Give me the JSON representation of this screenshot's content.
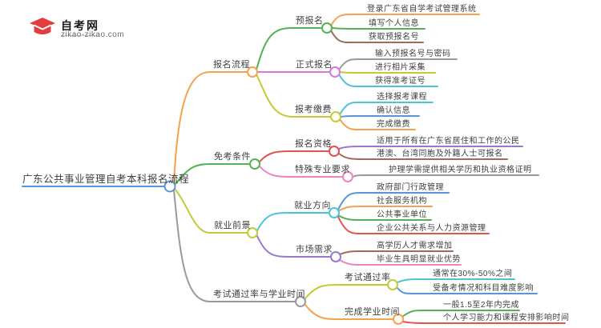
{
  "logo": {
    "title": "自考网",
    "domain": "zikao-zikao.com"
  },
  "palette": {
    "blue": "#5596d8",
    "orange": "#f5a14d",
    "green": "#56b154",
    "olive": "#c2ca34",
    "gray": "#9a9a9a",
    "magenta": "#d678dc",
    "pink": "#ee82c3",
    "cyan": "#4cc3d9",
    "red": "#e25350",
    "purple": "#9778cf",
    "brown": "#9e6b5e",
    "logo_blue": "#2279b8",
    "logo_red": "#e23c3c",
    "white": "#ffffff"
  },
  "mindmap": {
    "root": {
      "label": "广东公共事业管理自考本科报名流程"
    },
    "branches": [
      {
        "label": "报名流程",
        "children": [
          {
            "label": "预报名",
            "children": [
              {
                "label": "登录广东省自学考试管理系统"
              },
              {
                "label": "填写个人信息"
              },
              {
                "label": "获取预报名号"
              }
            ]
          },
          {
            "label": "正式报名",
            "children": [
              {
                "label": "输入预报名号与密码"
              },
              {
                "label": "进行相片采集"
              },
              {
                "label": "获得准考证号"
              }
            ]
          },
          {
            "label": "报考缴费",
            "children": [
              {
                "label": "选择报考课程"
              },
              {
                "label": "确认信息"
              },
              {
                "label": "完成缴费"
              }
            ]
          }
        ]
      },
      {
        "label": "免考条件",
        "children": [
          {
            "label": "报名资格",
            "children": [
              {
                "label": "适用于所有在广东省居住和工作的公民"
              },
              {
                "label": "港澳、台湾同胞及外籍人士可报名"
              }
            ]
          },
          {
            "label": "特殊专业要求",
            "children": [
              {
                "label": "护理学需提供相关学历和执业资格证明"
              }
            ]
          }
        ]
      },
      {
        "label": "就业前景",
        "children": [
          {
            "label": "就业方向",
            "children": [
              {
                "label": "政府部门行政管理"
              },
              {
                "label": "社会服务机构"
              },
              {
                "label": "公共事业单位"
              },
              {
                "label": "企业公共关系与人力资源管理"
              }
            ]
          },
          {
            "label": "市场需求",
            "children": [
              {
                "label": "高学历人才需求增加"
              },
              {
                "label": "毕业生具明显就业优势"
              }
            ]
          }
        ]
      },
      {
        "label": "考试通过率与学业时间",
        "children": [
          {
            "label": "考试通过率",
            "children": [
              {
                "label": "通常在30%-50%之间"
              },
              {
                "label": "受备考情况和科目难度影响"
              }
            ]
          },
          {
            "label": "完成学业时间",
            "children": [
              {
                "label": "一般1.5至2年内完成"
              },
              {
                "label": "个人学习能力和课程安排影响时间"
              }
            ]
          }
        ]
      }
    ]
  }
}
